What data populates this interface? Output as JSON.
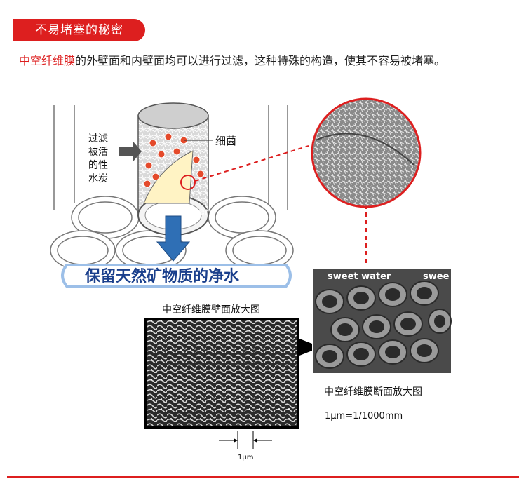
{
  "header": {
    "badge": "不易堵塞的秘密"
  },
  "intro": {
    "highlight": "中空纤维膜",
    "rest": "的外壁面和内壁面均可以进行过滤，这种特殊的构造，使其不容易被堵塞。"
  },
  "diagram": {
    "label_filtered_col1": "过滤",
    "label_filtered_col2": "被活",
    "label_filtered_col3": "的性",
    "label_filtered_col4": "水炭",
    "label_bacteria": "细菌",
    "watermark": "sweet water",
    "banner": "保留天然矿物质的净水"
  },
  "micro": {
    "wall_caption": "中空纤维膜壁面放大图",
    "section_caption": "中空纤维膜断面放大图",
    "unit_caption": "1μm=1/1000mm",
    "scale_label": "1μm",
    "photo_watermark": "sweet water",
    "photo_watermark2": "swee"
  },
  "colors": {
    "accent": "#dd1f1f",
    "banner_text": "#1a3f8c",
    "arrow": "#2f6fb5"
  }
}
